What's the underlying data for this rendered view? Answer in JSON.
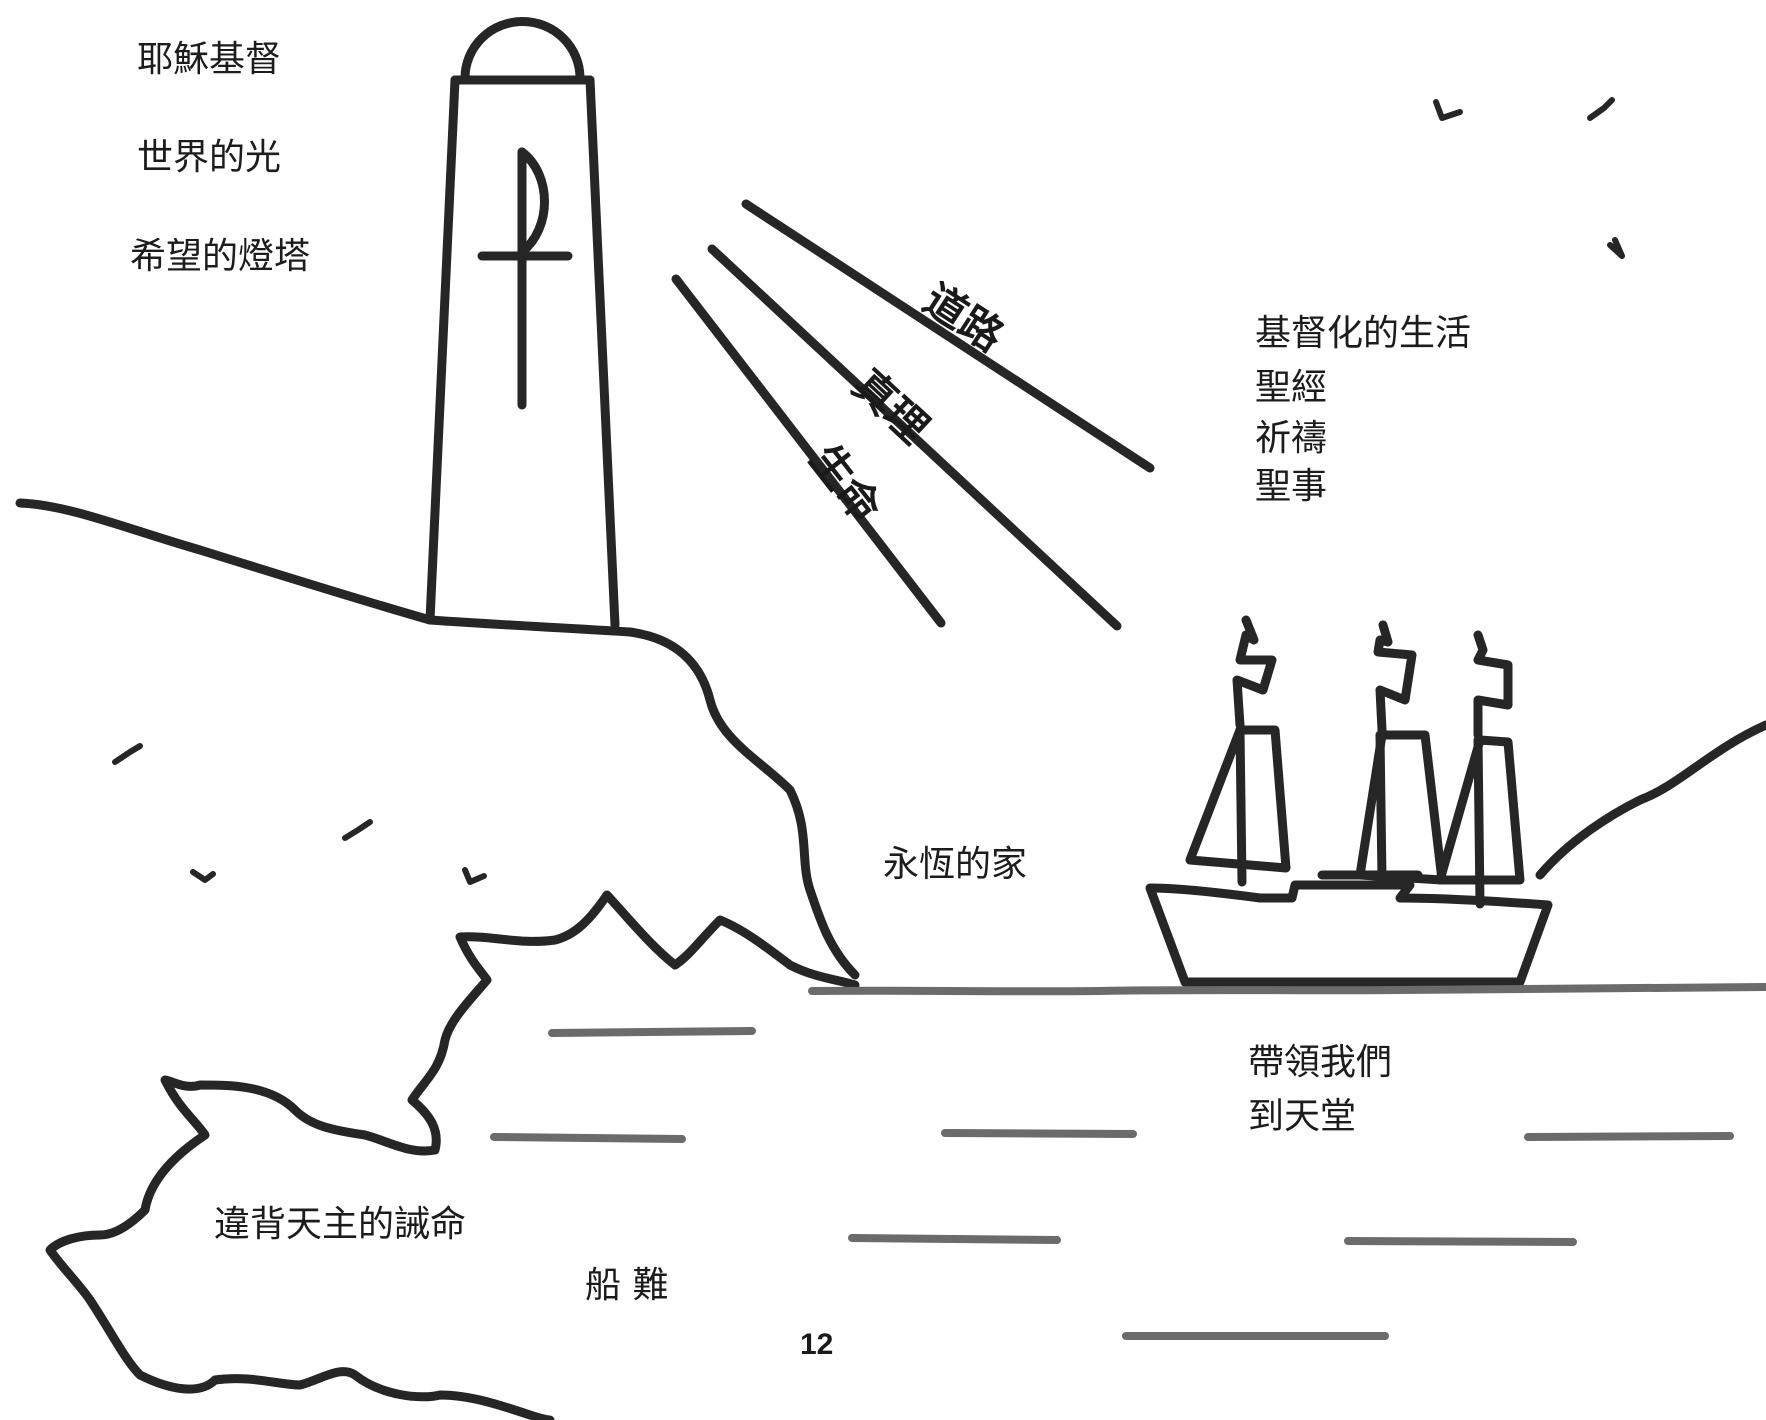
{
  "labels": {
    "jesus_christ": "耶穌基督",
    "light_of_world": "世界的光",
    "lighthouse_of_hope": "希望的燈塔",
    "ray_way": "道路",
    "ray_truth": "真理",
    "ray_life": "生命",
    "christian_life": "基督化的生活",
    "bible": "聖經",
    "prayer": "祈禱",
    "sacraments": "聖事",
    "eternal_home": "永恆的家",
    "lead_us": "帶領我們",
    "to_heaven": "到天堂",
    "disobey_commandments": "違背天主的誡命",
    "shipwreck": "船 難",
    "page_number": "12"
  },
  "colors": {
    "line": "#262626",
    "sea_line": "#6b6b6b",
    "paper": "#ffffff"
  },
  "icons": {
    "lighthouse": "lighthouse-icon",
    "chi_rho": "chi-rho-icon",
    "ship": "sailing-ship-icon",
    "bird": "seagull-icon"
  }
}
